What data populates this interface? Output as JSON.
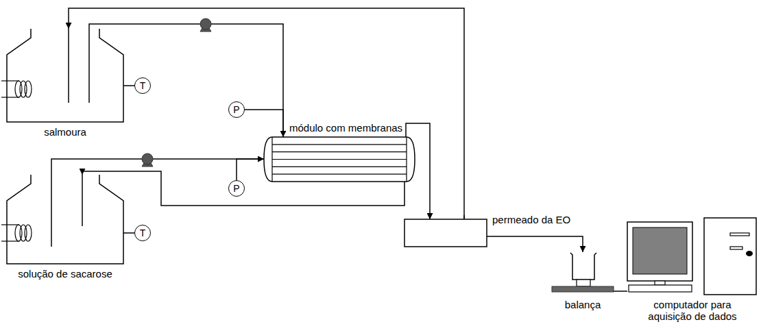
{
  "diagram": {
    "nodes": [
      {
        "text": [
          "salmoura"
        ]
      },
      {
        "text": [
          "T"
        ]
      },
      {
        "text": [
          "P"
        ]
      },
      {
        "text": [
          "módulo com membranas"
        ]
      },
      {
        "text": [
          "solução de sacarose"
        ]
      },
      {
        "text": [
          "T"
        ]
      },
      {
        "text": [
          "P"
        ]
      },
      {
        "text": [
          "permeado da EO"
        ]
      },
      {
        "text": [
          "balança"
        ]
      },
      {
        "text": [
          "computador para aquisição de dados"
        ]
      }
    ],
    "edges": [
      {
        "from": 0,
        "to": 3,
        "arrow": "to"
      },
      {
        "from": 0,
        "to": 1,
        "arrow": "none"
      },
      {
        "from": 2,
        "to": 3,
        "arrow": "none"
      },
      {
        "from": 4,
        "to": 3,
        "arrow": "to"
      },
      {
        "from": 4,
        "to": 5,
        "arrow": "none"
      },
      {
        "from": 6,
        "to": 3,
        "arrow": "none"
      },
      {
        "from": 3,
        "to": 4,
        "arrow": "to"
      },
      {
        "from": 3,
        "to": 7,
        "arrow": "to"
      },
      {
        "from": 7,
        "to": 0,
        "arrow": "to"
      },
      {
        "from": 7,
        "to": 8,
        "arrow": "to"
      },
      {
        "from": 8,
        "to": 9,
        "arrow": "none"
      }
    ]
  }
}
